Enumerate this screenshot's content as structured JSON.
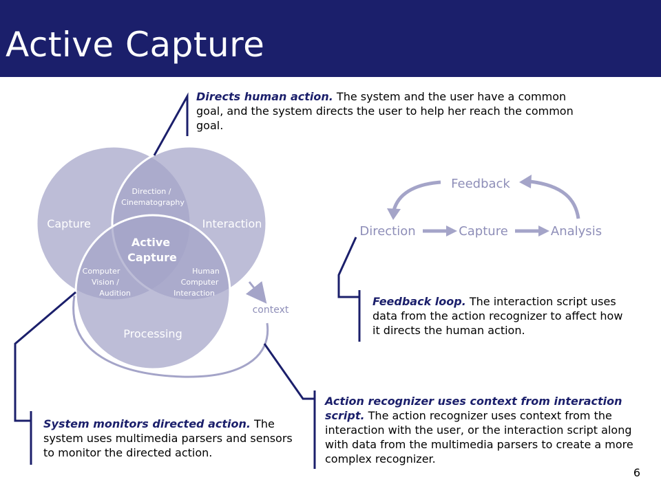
{
  "title": "Active Capture",
  "page_number": "6",
  "venn": {
    "capture": "Capture",
    "interaction": "Interaction",
    "processing": "Processing",
    "direction_1": "Direction /",
    "direction_2": "Cinematography",
    "active_1": "Active",
    "active_2": "Capture",
    "cv_1": "Computer",
    "cv_2": "Vision /",
    "cv_3": "Audition",
    "hci_1": "Human",
    "hci_2": "Computer",
    "hci_3": "Interaction",
    "context": "context"
  },
  "feedback_diagram": {
    "feedback": "Feedback",
    "direction": "Direction",
    "capture": "Capture",
    "analysis": "Analysis"
  },
  "notes": {
    "directs_bold": "Directs human action.",
    "directs_text": " The system and the user have a common goal, and the system directs the user to help her reach the common goal.",
    "feedback_bold": "Feedback loop.",
    "feedback_text": " The interaction script uses data from the action recognizer to affect how it directs the human action.",
    "monitors_bold": "System monitors directed action.",
    "monitors_text": " The system uses multimedia parsers and sensors to monitor the directed action.",
    "recognizer_bold": "Action recognizer uses context from interaction script.",
    "recognizer_text": " The action recognizer uses context from the interaction with the user, or the interaction script along with data from the multimedia parsers to create a more complex recognizer."
  },
  "colors": {
    "title_bar": "#1b1f6b",
    "circle_fill": "#a4a4c8",
    "circle_stroke": "#ffffff",
    "diagram_text": "#8e8eb8",
    "callout_line": "#1b1f6b"
  }
}
